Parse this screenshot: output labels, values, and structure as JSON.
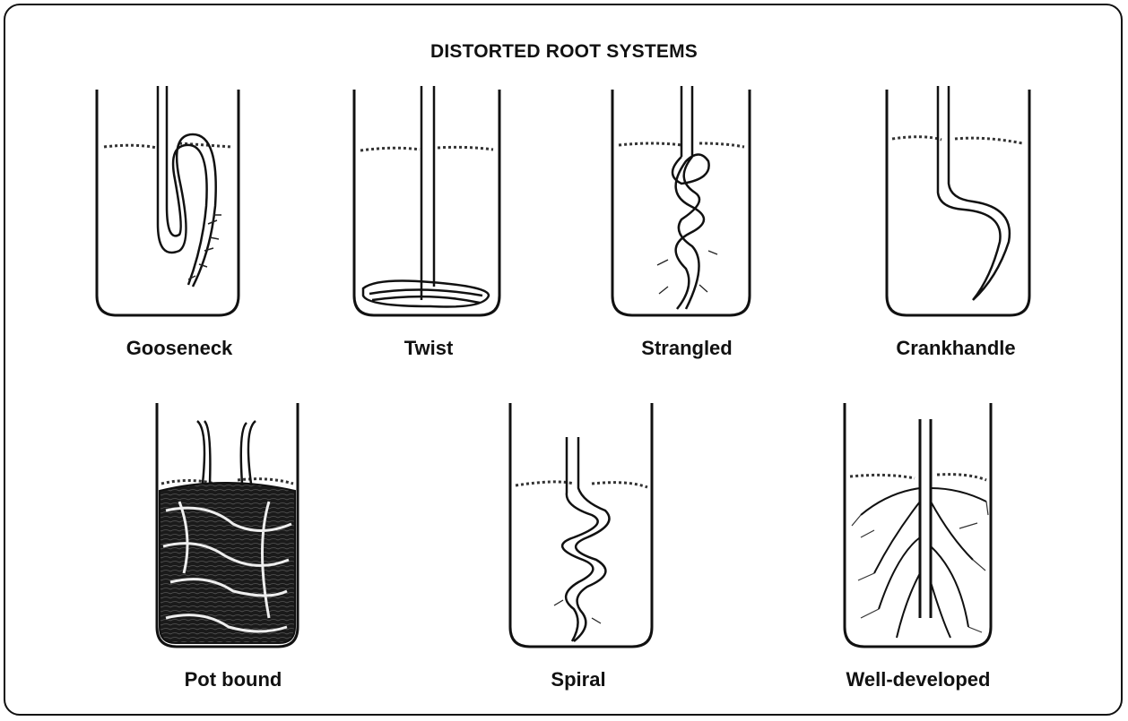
{
  "title": "DISTORTED ROOT SYSTEMS",
  "diagrams": [
    {
      "id": "gooseneck",
      "label": "Gooseneck"
    },
    {
      "id": "twist",
      "label": "Twist"
    },
    {
      "id": "strangled",
      "label": "Strangled"
    },
    {
      "id": "crankhandle",
      "label": "Crankhandle"
    },
    {
      "id": "pot-bound",
      "label": "Pot bound"
    },
    {
      "id": "spiral",
      "label": "Spiral"
    },
    {
      "id": "well-developed",
      "label": "Well-developed"
    }
  ],
  "colors": {
    "ink": "#111111",
    "background": "#ffffff",
    "border": "#111111"
  }
}
